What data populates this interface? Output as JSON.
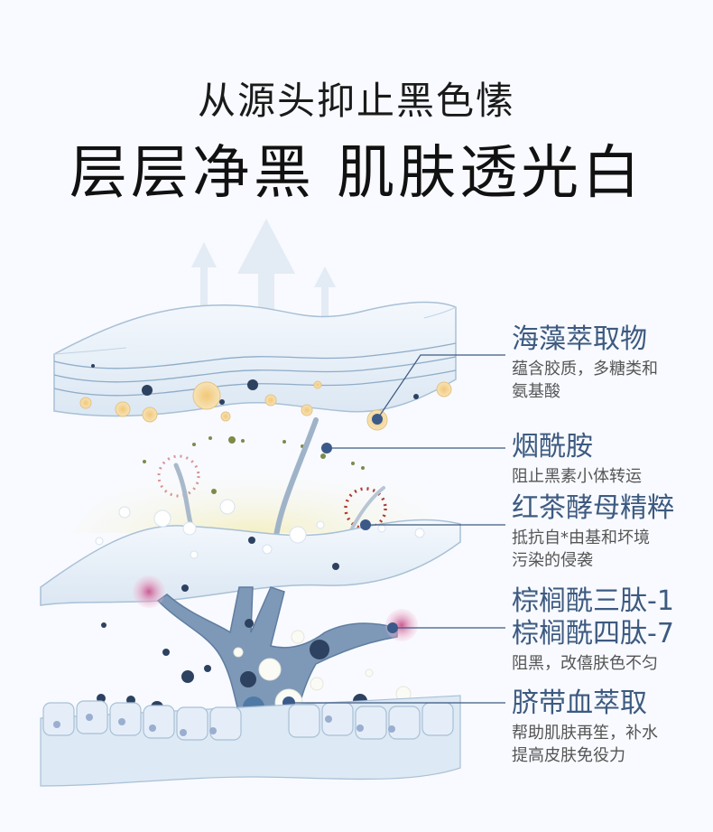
{
  "header": {
    "subtitle": "从源头抑止黑色愫",
    "title": "层层净黑 肌肤透光白"
  },
  "colors": {
    "background": "#f8faff",
    "heading": "#3d5a80",
    "description": "#555555",
    "melanin_dark": "#2d4160",
    "gold_particle": "#f0cf8c",
    "pink_highlight": "#e07aa8",
    "red_dotted_ring": "#b84a3e",
    "yellow_glow": "#f3efc4"
  },
  "labels": [
    {
      "head": "海藻萃取物",
      "desc": [
        "蕴含胶质，多糖类和",
        "氨基酸"
      ]
    },
    {
      "head": "烟酰胺",
      "desc": [
        "阻止黑素小体转运"
      ]
    },
    {
      "head": "红茶酵母精粹",
      "desc": [
        "抵抗自*由基和坏境",
        "污染的侵袭"
      ]
    },
    {
      "head": "棕榈酰三肽-1",
      "head2": "棕榈酰四肽-7",
      "desc": [
        "阻黑，改僖肤色不匀"
      ]
    },
    {
      "head": "脐带血萃取",
      "desc": [
        "帮助肌肤再笙，补水",
        "提高皮肤免役力"
      ]
    }
  ],
  "illustration": {
    "arrows": [
      "up-arrow-left",
      "up-arrow-center",
      "up-arrow-right"
    ],
    "layers": [
      "top-skin-layer",
      "middle-skin-layer",
      "basal-cell-layer"
    ]
  }
}
